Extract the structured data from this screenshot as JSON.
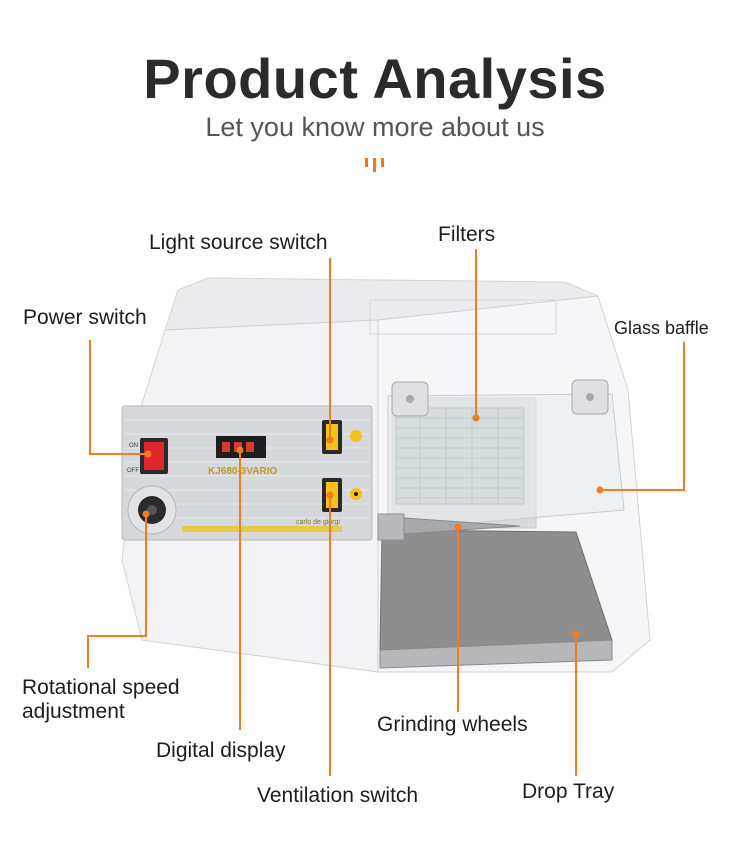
{
  "header": {
    "title": "Product Analysis",
    "subtitle": "Let you know more about us"
  },
  "labels": {
    "light_source_switch": "Light source switch",
    "filters": "Filters",
    "power_switch": "Power switch",
    "glass_baffle": "Glass baffle",
    "rotational_speed_line1": "Rotational speed",
    "rotational_speed_line2": "adjustment",
    "digital_display": "Digital display",
    "grinding_wheels": "Grinding wheels",
    "ventilation_switch": "Ventilation switch",
    "drop_tray": "Drop Tray"
  },
  "panel": {
    "on": "ON",
    "off": "OFF",
    "model": "KJ680-3VARIO",
    "brand": "carlo de giorgi"
  },
  "colors": {
    "accent": "#f07a1a",
    "callout_line": "#ef7d22",
    "machine_body": "#f1f1f3",
    "tray": "#8e8e8e"
  }
}
